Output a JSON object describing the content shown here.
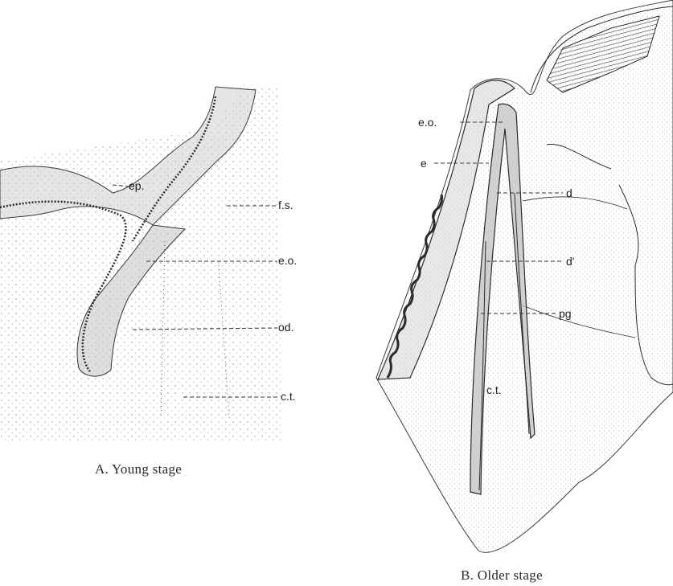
{
  "panels": [
    {
      "id": "A",
      "caption": "A. Young stage",
      "labels": {
        "ep": "ep.",
        "fs": "f.s.",
        "eo": "e.o.",
        "od": "od.",
        "ct": "c.t."
      }
    },
    {
      "id": "B",
      "caption": "B. Older stage",
      "labels": {
        "eo": "e.o.",
        "e": "e",
        "d": "d",
        "d1": "d'",
        "pg": "pg",
        "ct": "c.t."
      }
    }
  ]
}
